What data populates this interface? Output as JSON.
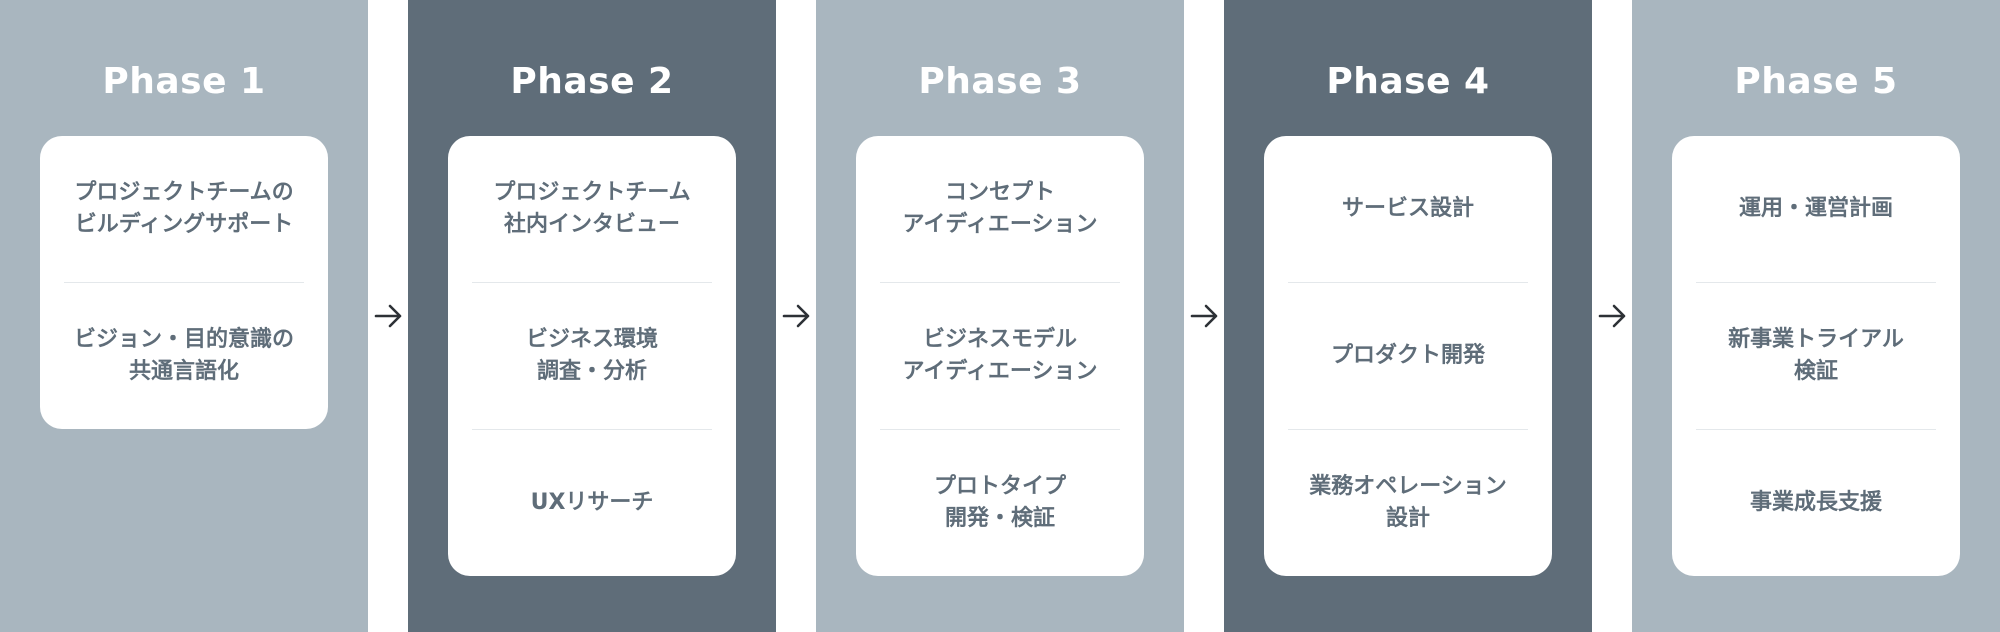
{
  "colors": {
    "light_column": "#a9b6bf",
    "dark_column": "#5f6d79",
    "card": "#ffffff",
    "card_text": "#5f6d79",
    "divider": "#e4e8eb",
    "arrow": "#2d3136"
  },
  "phases": [
    {
      "title": "Phase 1",
      "items": [
        "プロジェクトチームの\nビルディングサポート",
        "ビジョン・目的意識の\n共通言語化"
      ]
    },
    {
      "title": "Phase 2",
      "items": [
        "プロジェクトチーム\n社内インタビュー",
        "ビジネス環境\n調査・分析",
        "UXリサーチ"
      ]
    },
    {
      "title": "Phase 3",
      "items": [
        "コンセプト\nアイディエーション",
        "ビジネスモデル\nアイディエーション",
        "プロトタイプ\n開発・検証"
      ]
    },
    {
      "title": "Phase 4",
      "items": [
        "サービス設計",
        "プロダクト開発",
        "業務オペレーション\n設計"
      ]
    },
    {
      "title": "Phase 5",
      "items": [
        "運用・運営計画",
        "新事業トライアル\n検証",
        "事業成長支援"
      ]
    }
  ],
  "arrow_icon": "arrow-right-icon"
}
